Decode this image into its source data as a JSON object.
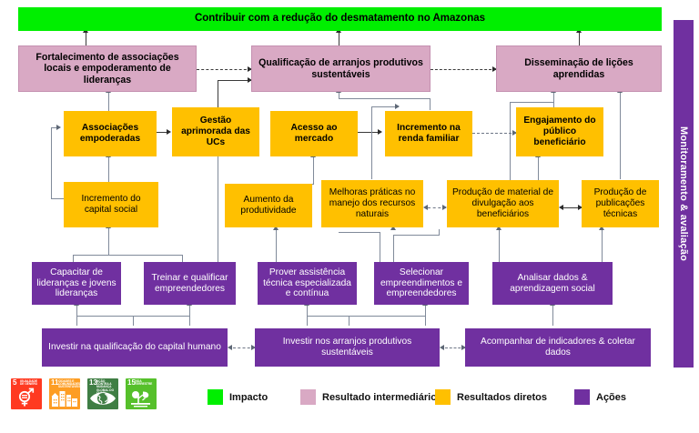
{
  "impact": {
    "label": "Contribuir com a redução do desmatamento no Amazonas",
    "color": "#00ef00"
  },
  "intermediate_results": [
    {
      "label": "Fortalecimento de associações locais e empoderamento de lideranças"
    },
    {
      "label": "Qualificação de arranjos produtivos sustentáveis"
    },
    {
      "label": "Disseminação de lições aprendidas"
    }
  ],
  "direct_results_row1": [
    {
      "label": "Associações empoderadas"
    },
    {
      "label": "Gestão aprimorada das UCs"
    },
    {
      "label": "Acesso ao mercado"
    },
    {
      "label": "Incremento na renda familiar"
    },
    {
      "label": "Engajamento do público beneficiário"
    }
  ],
  "direct_results_row2": [
    {
      "label": "Incremento do capital social"
    },
    {
      "label": "Aumento da produtividade"
    },
    {
      "label": "Melhoras práticas no manejo dos recursos naturais"
    },
    {
      "label": "Produção de material de divulgação aos beneficiários"
    },
    {
      "label": "Produção de publicações técnicas"
    }
  ],
  "actions_row1": [
    {
      "label": "Capacitar de lideranças e jovens lideranças"
    },
    {
      "label": "Treinar e qualificar empreendedores"
    },
    {
      "label": "Prover assistência técnica especializada e contínua"
    },
    {
      "label": "Selecionar empreendimentos e empreendedores"
    },
    {
      "label": "Analisar dados & aprendizagem social"
    }
  ],
  "actions_row2": [
    {
      "label": "Investir na qualificação do capital humano"
    },
    {
      "label": "Investir nos arranjos produtivos sustentáveis"
    },
    {
      "label": "Acompanhar de indicadores & coletar dados"
    }
  ],
  "sidebar": {
    "label": "Monitoramento & avaliação",
    "color": "#7030a0"
  },
  "legend": {
    "items": [
      {
        "label": "Impacto",
        "color": "#00ef00"
      },
      {
        "label": "Resultado intermediário",
        "color": "#d9a9c4"
      },
      {
        "label": "Resultados diretos",
        "color": "#ffc000"
      },
      {
        "label": "Ações",
        "color": "#7030a0"
      }
    ],
    "sdgs": [
      {
        "number": "5",
        "title": "IGUALDADE DE GÊNERO",
        "color": "#ff3a21"
      },
      {
        "number": "11",
        "title": "CIDADES E COMUNIDADES SUSTENTÁVEIS",
        "color": "#fd9d24"
      },
      {
        "number": "13",
        "title": "AÇÃO CONTRA A MUDANÇA GLOBAL DO CLIMA",
        "color": "#3f7e44"
      },
      {
        "number": "15",
        "title": "VIDA TERRESTRE",
        "color": "#56c02b"
      }
    ]
  }
}
